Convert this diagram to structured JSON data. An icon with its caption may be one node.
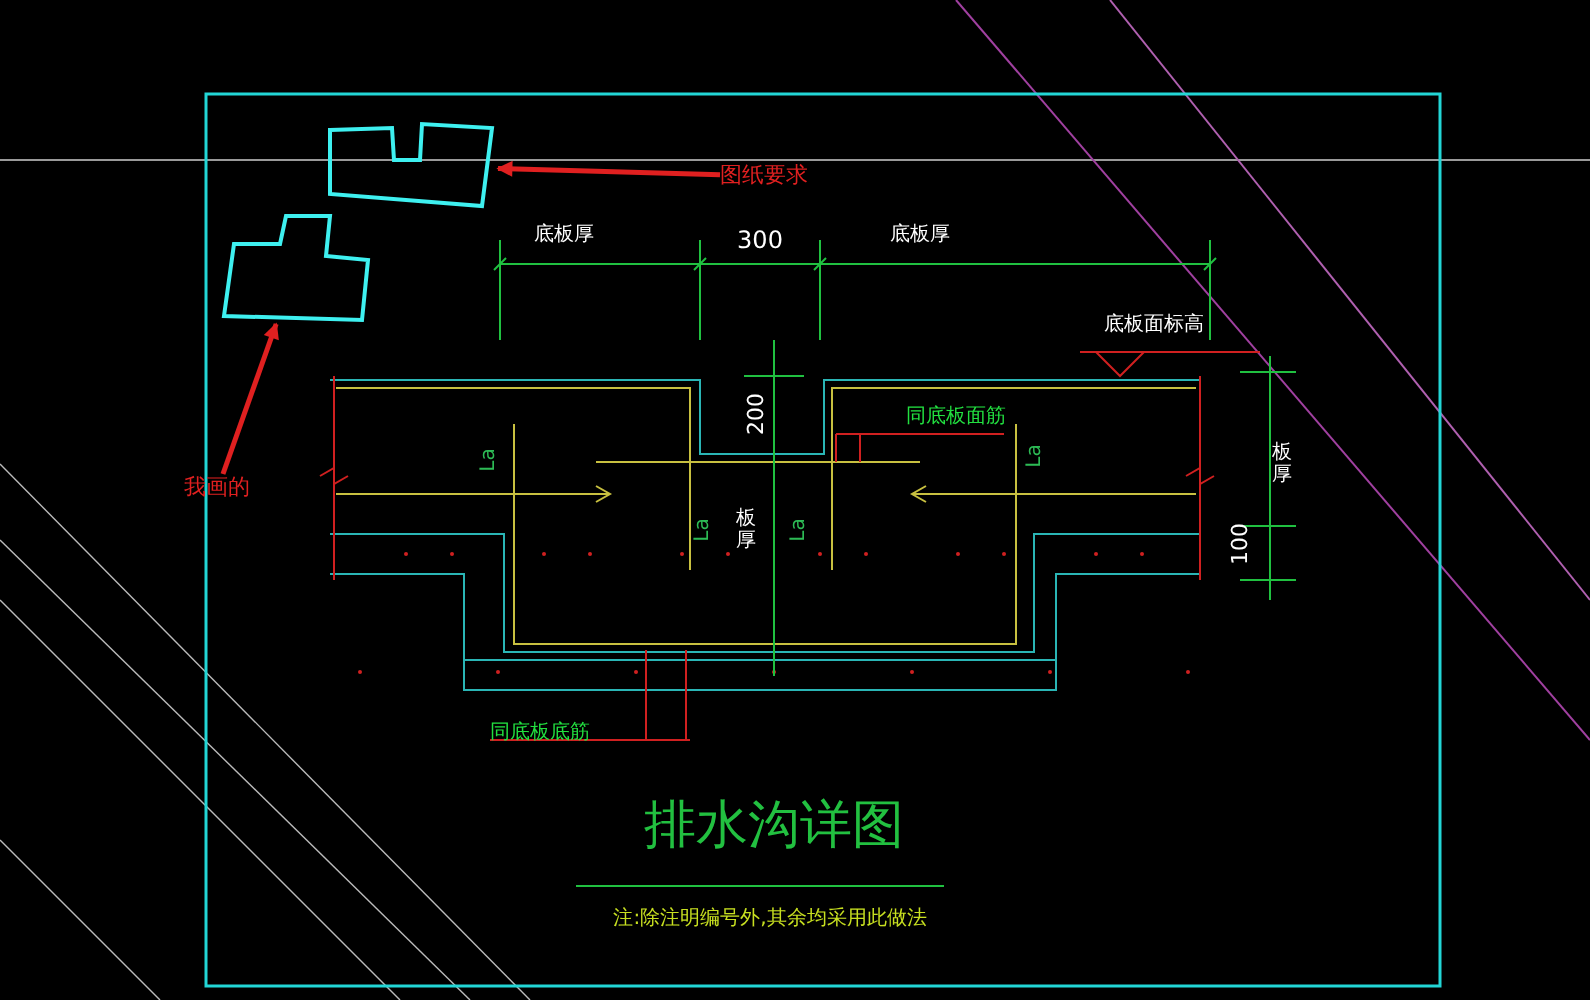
{
  "diagram": {
    "title": "排水沟详图",
    "caption": "注:除注明编号外,其余均采用此做法",
    "nodes": [
      {
        "text": [],
        "shape": "outline"
      },
      {
        "text": [],
        "shape": "outline"
      },
      {
        "text": [
          "图纸要求"
        ]
      },
      {
        "text": [
          "我画的"
        ]
      }
    ],
    "edges": [
      {
        "from": 2,
        "to": 0,
        "arrow": "to"
      },
      {
        "from": 3,
        "to": 1,
        "arrow": "to"
      }
    ],
    "labels": [
      "底板厚",
      "300",
      "底板厚",
      "底板面标高",
      "同底板面筋",
      "200",
      "板厚",
      "La",
      "La",
      "板厚",
      "La",
      "La",
      "100",
      "同底板底筋"
    ]
  }
}
